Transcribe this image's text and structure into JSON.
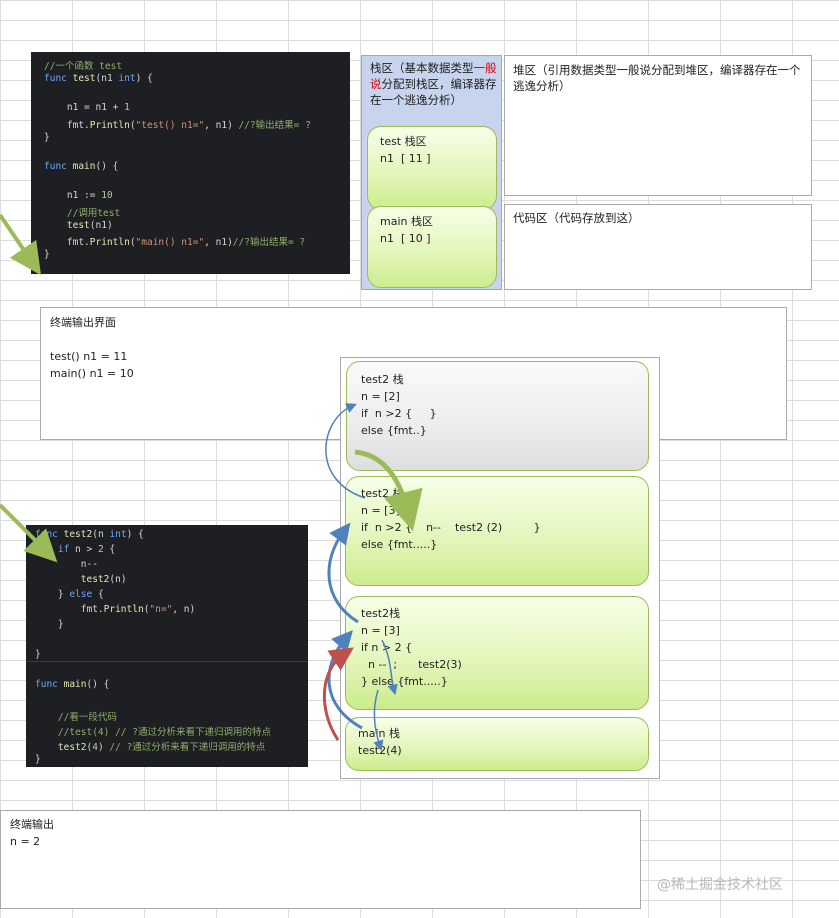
{
  "code_top": {
    "lines": [
      [
        {
          "c": "cm",
          "t": "//一个函数 test"
        }
      ],
      [
        {
          "c": "kw",
          "t": "func "
        },
        {
          "c": "fn",
          "t": "test"
        },
        {
          "c": "",
          "t": "(n1 "
        },
        {
          "c": "kw",
          "t": "int"
        },
        {
          "c": "",
          "t": ") {"
        }
      ],
      [],
      [
        {
          "c": "",
          "t": "    n1 = n1 + "
        },
        {
          "c": "num",
          "t": "1"
        }
      ],
      [
        {
          "c": "",
          "t": "    fmt."
        },
        {
          "c": "fn",
          "t": "Println"
        },
        {
          "c": "",
          "t": "("
        },
        {
          "c": "str",
          "t": "\"test() n1=\""
        },
        {
          "c": "",
          "t": ", n1) "
        },
        {
          "c": "cm",
          "t": "//?输出结果= ?"
        }
      ],
      [
        {
          "c": "",
          "t": "}"
        }
      ],
      [],
      [
        {
          "c": "kw",
          "t": "func "
        },
        {
          "c": "fn",
          "t": "main"
        },
        {
          "c": "",
          "t": "() {"
        }
      ],
      [],
      [
        {
          "c": "",
          "t": "    n1 := "
        },
        {
          "c": "num",
          "t": "10"
        }
      ],
      [
        {
          "c": "cm",
          "t": "    //调用test"
        }
      ],
      [
        {
          "c": "",
          "t": "    "
        },
        {
          "c": "fn",
          "t": "test"
        },
        {
          "c": "",
          "t": "(n1)"
        }
      ],
      [
        {
          "c": "",
          "t": "    fmt."
        },
        {
          "c": "fn",
          "t": "Println"
        },
        {
          "c": "",
          "t": "("
        },
        {
          "c": "str",
          "t": "\"main() n1=\""
        },
        {
          "c": "",
          "t": ", n1)"
        },
        {
          "c": "cm",
          "t": "//?输出结果= ?"
        }
      ],
      [
        {
          "c": "",
          "t": "}"
        }
      ]
    ]
  },
  "stack_area": {
    "title_parts": [
      "栈区（基本数据类型",
      "一般说",
      "分配到栈区，编译器存在一个逃逸分析）"
    ],
    "highlight_color": "#e00000",
    "test_frame": {
      "title": "test 栈区",
      "value": "n1  [ 11 ]"
    },
    "main_frame": {
      "title": "main 栈区",
      "value": "n1  [ 10 ]"
    }
  },
  "heap_area": {
    "title": "堆区（引用数据类型一般说分配到堆区，编译器存在一个逃逸分析）"
  },
  "code_area": {
    "title": "代码区（代码存放到这）"
  },
  "terminal1": {
    "title": "终端输出界面",
    "lines": [
      "test() n1 = 11",
      "main() n1 = 10"
    ]
  },
  "stack2": {
    "frame1": [
      "test2 栈",
      "n = [2]",
      "if  n >2 {     }",
      "else {fmt..}"
    ],
    "frame2": [
      "test2 栈",
      "n = [3]",
      "if  n >2 {    n--    test2 (2)         }",
      "else {fmt.....}"
    ],
    "frame3": [
      "test2栈",
      "n = [3]",
      "if n > 2 {",
      "  n --  ;      test2(3)",
      "} else {fmt.....}"
    ],
    "frame4": [
      "main 栈",
      "test2(4)"
    ]
  },
  "code_bottom": {
    "lines": [
      [
        {
          "c": "kw",
          "t": "func "
        },
        {
          "c": "fn",
          "t": "test2"
        },
        {
          "c": "",
          "t": "(n "
        },
        {
          "c": "kw",
          "t": "int"
        },
        {
          "c": "",
          "t": ") {"
        }
      ],
      [
        {
          "c": "kw",
          "t": "    if"
        },
        {
          "c": "",
          "t": " n > "
        },
        {
          "c": "num",
          "t": "2"
        },
        {
          "c": "",
          "t": " {"
        }
      ],
      [
        {
          "c": "",
          "t": "        n--"
        }
      ],
      [
        {
          "c": "",
          "t": "        "
        },
        {
          "c": "fn",
          "t": "test2"
        },
        {
          "c": "",
          "t": "(n)"
        }
      ],
      [
        {
          "c": "",
          "t": "    } "
        },
        {
          "c": "kw",
          "t": "else"
        },
        {
          "c": "",
          "t": " {"
        }
      ],
      [
        {
          "c": "",
          "t": "        fmt."
        },
        {
          "c": "fn",
          "t": "Println"
        },
        {
          "c": "",
          "t": "("
        },
        {
          "c": "str",
          "t": "\"n=\""
        },
        {
          "c": "",
          "t": ", n)"
        }
      ],
      [
        {
          "c": "",
          "t": "    }"
        }
      ],
      [],
      [
        {
          "c": "",
          "t": "}"
        }
      ],
      [],
      [
        {
          "c": "kw",
          "t": "func "
        },
        {
          "c": "fn",
          "t": "main"
        },
        {
          "c": "",
          "t": "() {"
        }
      ],
      [],
      [
        {
          "c": "cm",
          "t": "    //看一段代码"
        }
      ],
      [
        {
          "c": "cm",
          "t": "    //test(4) // ?通过分析来看下递归调用的特点"
        }
      ],
      [
        {
          "c": "",
          "t": "    "
        },
        {
          "c": "fn",
          "t": "test2"
        },
        {
          "c": "",
          "t": "("
        },
        {
          "c": "num",
          "t": "4"
        },
        {
          "c": "",
          "t": ") "
        },
        {
          "c": "cm",
          "t": "// ?通过分析来看下递归调用的特点"
        }
      ],
      [
        {
          "c": "",
          "t": "}"
        }
      ]
    ]
  },
  "terminal2": {
    "title": "终端输出",
    "lines": [
      "n = 2"
    ]
  },
  "watermark": "@稀土掘金技术社区",
  "colors": {
    "arrow_green": "#9bbb59",
    "arrow_blue": "#4f81bd",
    "arrow_red": "#c0504d"
  }
}
